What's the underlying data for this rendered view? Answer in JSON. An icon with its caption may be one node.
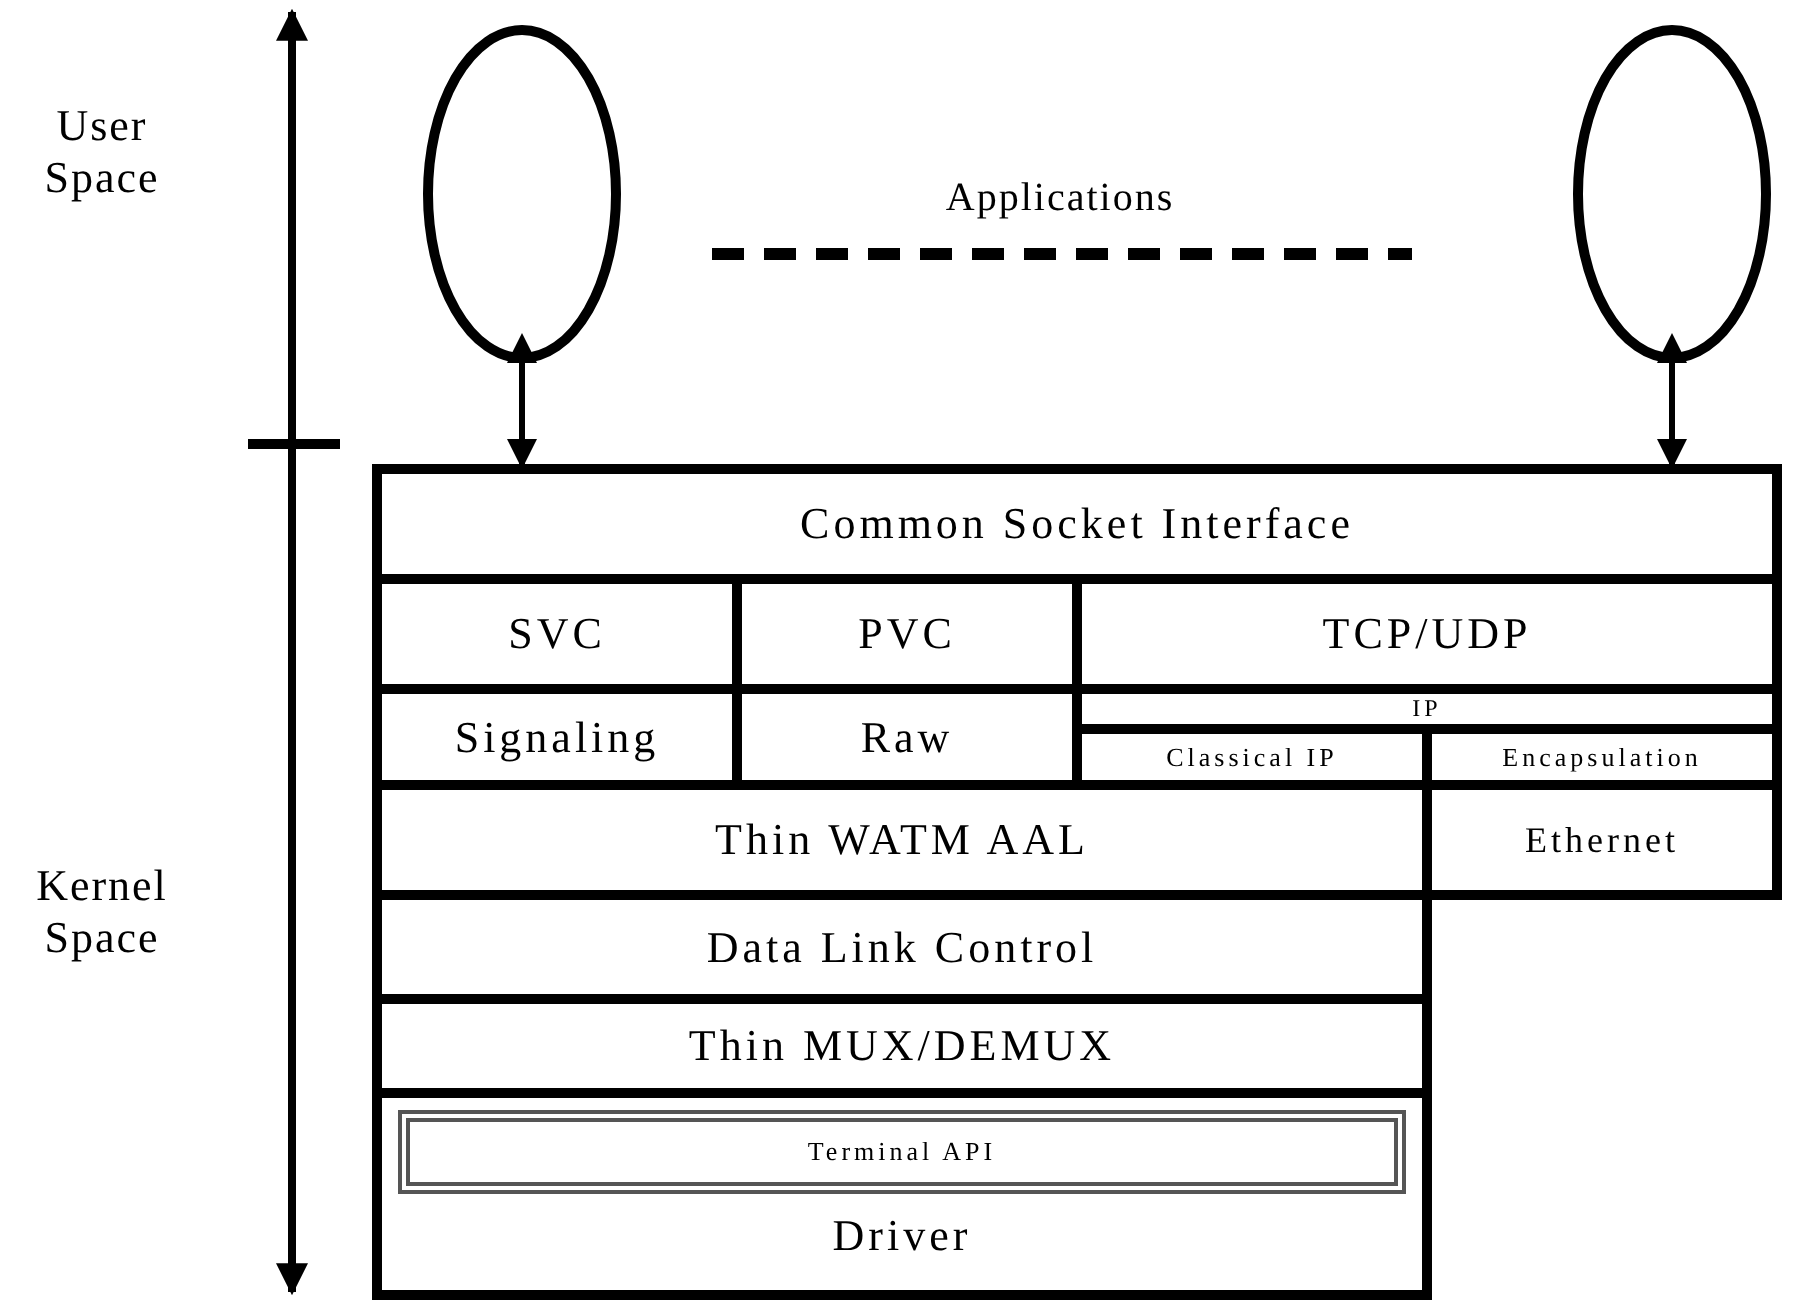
{
  "diagram": {
    "nodes": [
      {
        "text": [],
        "shape": "circle"
      },
      {
        "text": [],
        "shape": "circle"
      },
      {
        "text": [
          "Common Socket Interface"
        ]
      },
      {
        "text": [
          "SVC"
        ]
      },
      {
        "text": [
          "PVC"
        ]
      },
      {
        "text": [
          "TCP/UDP"
        ]
      },
      {
        "text": [
          "Signaling"
        ]
      },
      {
        "text": [
          "Raw"
        ]
      },
      {
        "text": [
          "IP"
        ]
      },
      {
        "text": [
          "Classical IP"
        ]
      },
      {
        "text": [
          "Encapsulation"
        ]
      },
      {
        "text": [
          "Thin WATM AAL"
        ]
      },
      {
        "text": [
          "Ethernet"
        ]
      },
      {
        "text": [
          "Data Link Control"
        ]
      },
      {
        "text": [
          "Thin MUX/DEMUX"
        ]
      },
      {
        "text": [
          "Driver"
        ]
      },
      {
        "text": [
          "Terminal API"
        ],
        "in": 15
      }
    ],
    "edges": [
      {
        "from": 0,
        "to": 2,
        "arrow": "both"
      },
      {
        "from": 1,
        "to": 2,
        "arrow": "both"
      }
    ],
    "labels": [
      "User Space",
      "Applications",
      "Kernel Space"
    ]
  }
}
